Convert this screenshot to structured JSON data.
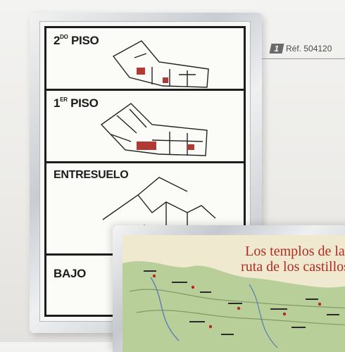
{
  "plan_poster": {
    "floors": [
      {
        "label_main": "2",
        "label_sup": "DO",
        "label_rest": " PISO"
      },
      {
        "label_main": "1",
        "label_sup": "ER",
        "label_rest": " PISO"
      },
      {
        "label_main": "ENTRESUELO",
        "label_sup": "",
        "label_rest": ""
      },
      {
        "label_main": "BAJO",
        "label_sup": "",
        "label_rest": ""
      }
    ]
  },
  "reference": {
    "badge": "1",
    "text": "Réf. 504120"
  },
  "map_poster": {
    "title_line1": "Los templos de la",
    "title_line2": "ruta de los castillos"
  },
  "colors": {
    "frame_silver": "#c9cdd1",
    "plan_ink": "#1d1d1d",
    "plan_highlight": "#b23a34",
    "map_title": "#b42a22",
    "map_paper": "#efe9cf",
    "map_land": "#b9cf9a"
  }
}
